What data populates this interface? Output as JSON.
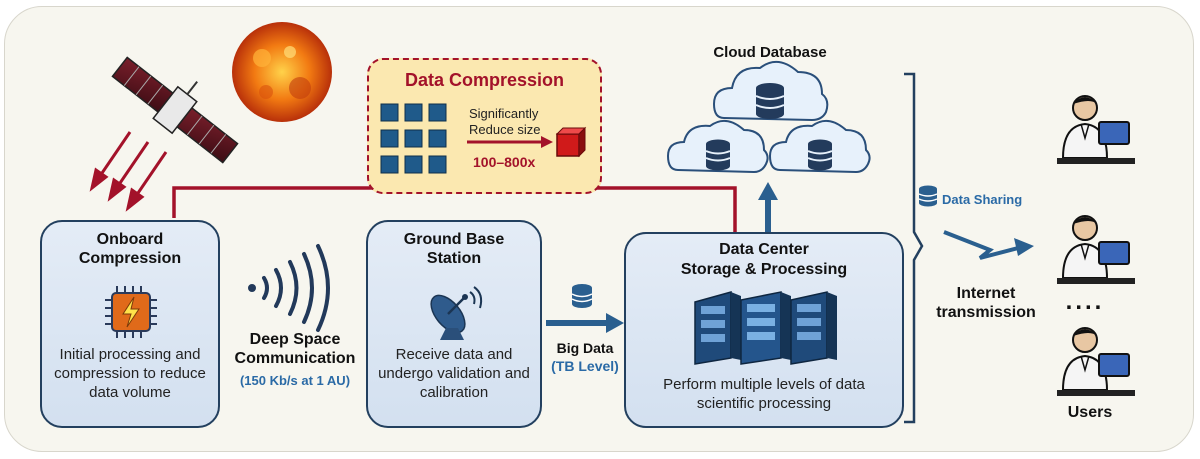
{
  "onboard": {
    "title": "Onboard Compression",
    "body": "Initial processing and compression to reduce data volume"
  },
  "deep_space": {
    "title": "Deep Space Communication",
    "rate": "(150 Kb/s at 1 AU)"
  },
  "ground": {
    "title": "Ground Base Station",
    "body": "Receive data and undergo validation and calibration"
  },
  "big_data": {
    "label": "Big Data",
    "level": "(TB Level)"
  },
  "data_center": {
    "title_line1": "Data Center",
    "title_line2": "Storage & Processing",
    "body": "Perform multiple levels of data scientific processing"
  },
  "compression": {
    "title": "Data Compression",
    "note": "Significantly Reduce size",
    "ratio": "100–800x"
  },
  "cloud": {
    "title": "Cloud Database"
  },
  "sharing": {
    "label": "Data Sharing",
    "internet": "Internet transmission"
  },
  "users": {
    "ellipsis": "....",
    "label": "Users"
  },
  "colors": {
    "box_border": "#23405f",
    "box_fill": "#d6e2f1",
    "link_red": "#a3122a",
    "accent_blue": "#2a6aa6",
    "compression_fill": "#fbe8b0",
    "compression_border": "#a3122a"
  }
}
